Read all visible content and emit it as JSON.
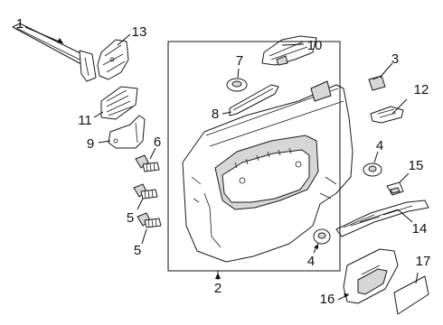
{
  "diagram": {
    "type": "exploded parts diagram",
    "callouts": [
      "1",
      "2",
      "3",
      "4",
      "4",
      "5",
      "5",
      "6",
      "7",
      "8",
      "9",
      "10",
      "11",
      "12",
      "13",
      "14",
      "15",
      "16",
      "17"
    ],
    "labels": {
      "c1": "1",
      "c2": "2",
      "c3": "3",
      "c4a": "4",
      "c4b": "4",
      "c5a": "5",
      "c5b": "5",
      "c6": "6",
      "c7": "7",
      "c8": "8",
      "c9": "9",
      "c10": "10",
      "c11": "11",
      "c12": "12",
      "c13": "13",
      "c14": "14",
      "c15": "15",
      "c16": "16",
      "c17": "17"
    },
    "parts": [
      {
        "callout": "1",
        "icon": "weatherstrip-icon"
      },
      {
        "callout": "2",
        "icon": "liftgate-trim-panel-icon"
      },
      {
        "callout": "3",
        "icon": "bumper-cap-icon"
      },
      {
        "callout": "4",
        "icon": "push-retainer-icon"
      },
      {
        "callout": "5",
        "icon": "screw-icon"
      },
      {
        "callout": "6",
        "icon": "screw-icon"
      },
      {
        "callout": "7",
        "icon": "round-clip-icon"
      },
      {
        "callout": "8",
        "icon": "trim-strip-icon"
      },
      {
        "callout": "9",
        "icon": "mounting-bracket-icon"
      },
      {
        "callout": "10",
        "icon": "upper-bracket-icon"
      },
      {
        "callout": "11",
        "icon": "grille-bracket-icon"
      },
      {
        "callout": "12",
        "icon": "retainer-clip-icon"
      },
      {
        "callout": "13",
        "icon": "support-bracket-icon"
      },
      {
        "callout": "14",
        "icon": "sill-molding-icon"
      },
      {
        "callout": "15",
        "icon": "small-clip-icon"
      },
      {
        "callout": "16",
        "icon": "pull-handle-icon"
      },
      {
        "callout": "17",
        "icon": "cover-plate-icon"
      }
    ]
  }
}
